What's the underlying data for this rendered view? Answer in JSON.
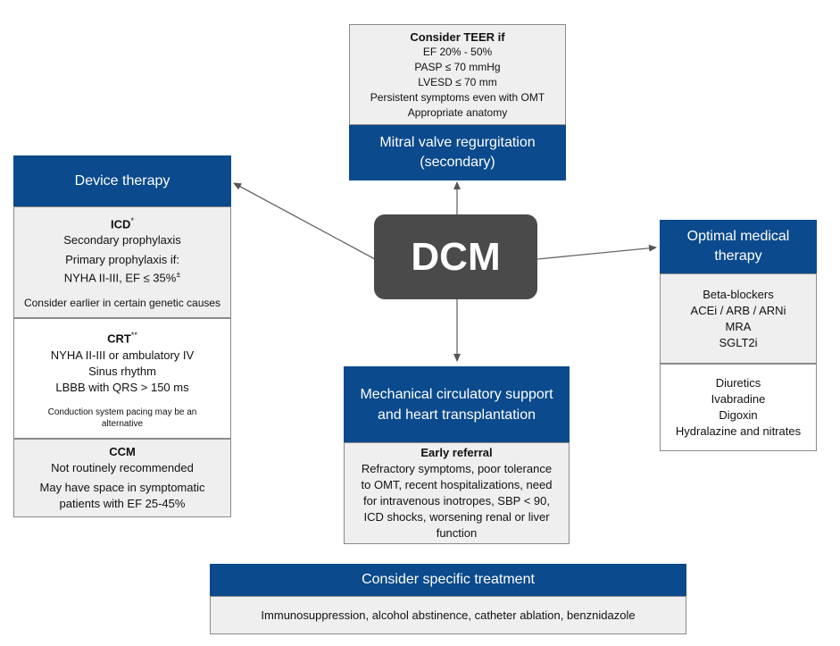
{
  "center": {
    "label": "DCM",
    "color": "#4a4a4a"
  },
  "colors": {
    "header_blue": "#0b4a8c",
    "box_grey": "#efefef",
    "border": "#8a8a8a"
  },
  "mitral": {
    "criteria_title": "Consider TEER if",
    "criteria": [
      "EF 20% - 50%",
      "PASP ≤ 70 mmHg",
      "LVESD ≤ 70 mm",
      "Persistent symptoms even with OMT",
      "Appropriate anatomy"
    ],
    "header_line1": "Mitral valve regurgitation",
    "header_line2": "(secondary)"
  },
  "device": {
    "header": "Device therapy",
    "icd": {
      "title": "ICD",
      "title_sup": "*",
      "line1": "Secondary prophylaxis",
      "line2": "Primary prophylaxis if:",
      "line3": "NYHA II-III, EF ≤ 35%",
      "line3_sup": "±",
      "note": "Consider earlier in certain genetic causes"
    },
    "crt": {
      "title": "CRT",
      "title_sup": "**",
      "line1": "NYHA II-III or ambulatory IV",
      "line2": "Sinus rhythm",
      "line3": "LBBB with QRS > 150 ms",
      "note1": "Conduction system pacing may be an",
      "note2": "alternative"
    },
    "ccm": {
      "title": "CCM",
      "line1": "Not routinely recommended",
      "line2": "May have space in symptomatic",
      "line3": "patients with EF 25-45%"
    }
  },
  "omt": {
    "header_line1": "Optimal medical",
    "header_line2": "therapy",
    "primary": [
      "Beta-blockers",
      "ACEi / ARB / ARNi",
      "MRA",
      "SGLT2i"
    ],
    "secondary": [
      "Diuretics",
      "Ivabradine",
      "Digoxin",
      "Hydralazine and nitrates"
    ]
  },
  "mcs": {
    "header_line1": "Mechanical circulatory support",
    "header_line2": "and heart transplantation",
    "title": "Early referral",
    "lines": [
      "Refractory symptoms, poor tolerance",
      "to OMT, recent hospitalizations, need",
      "for intravenous inotropes, SBP < 90,",
      "ICD shocks, worsening renal or liver",
      "function"
    ]
  },
  "specific": {
    "header": "Consider specific treatment",
    "body": "Immunosuppression, alcohol abstinence, catheter ablation, benznidazole"
  }
}
